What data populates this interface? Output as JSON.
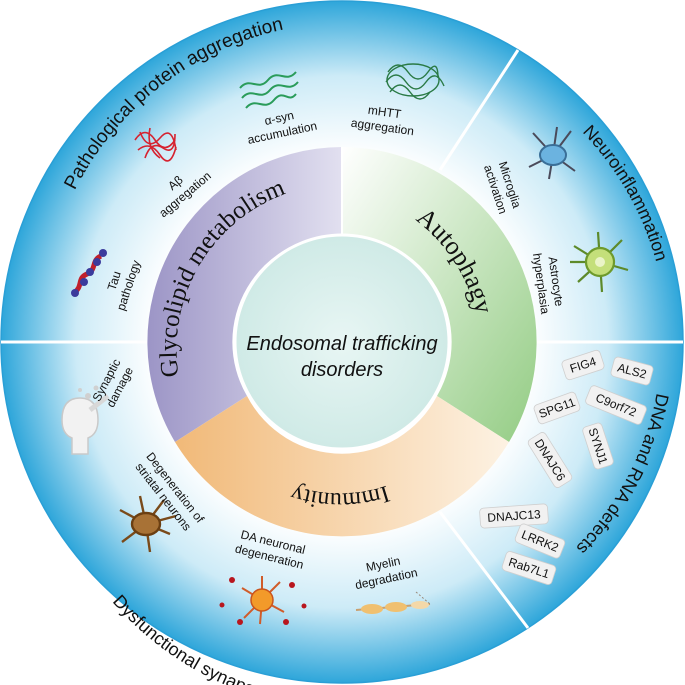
{
  "center": {
    "line1": "Endosomal trafficking",
    "line2": "disorders"
  },
  "inner_ring": {
    "glycolipid": "Glycolipid metabolism",
    "autophagy": "Autophagy",
    "immunity": "Immunity",
    "colors": {
      "glycolipid": "#a9a3cc",
      "autophagy": "#a8d49a",
      "immunity": "#f2c28e"
    }
  },
  "outer_sections": {
    "aggregation": {
      "title": "Pathological protein aggregation",
      "items": {
        "abeta": [
          "Aβ",
          "aggregation"
        ],
        "asyn": [
          "α-syn",
          "accumulation"
        ],
        "mhtt": [
          "mHTT",
          "aggregation"
        ],
        "tau": [
          "Tau",
          "pathology"
        ]
      }
    },
    "neuroinflammation": {
      "title": "Neuroinflammation",
      "items": {
        "microglia": [
          "Microglia",
          "activation"
        ],
        "astrocyte": [
          "Astrocyte",
          "hyperplasia"
        ]
      }
    },
    "dna_rna": {
      "title": "DNA and RNA defects",
      "genes": [
        "FIG4",
        "ALS2",
        "C9orf72",
        "SPG11",
        "SYNJ1",
        "DNAJC6",
        "DNAJC13",
        "LRRK2",
        "Rab7L1"
      ]
    },
    "synapses": {
      "title": "Dysfunctional synapses and neural network",
      "items": {
        "synaptic": [
          "Synaptic",
          "damage"
        ],
        "striatal": [
          "Degeneration of",
          "striatal neurons"
        ],
        "da": [
          "DA neuronal",
          "degeneration"
        ],
        "myelin": [
          "Myelin",
          "degradation"
        ]
      }
    }
  },
  "colors": {
    "outer_ring": "#2aa9dd",
    "outer_ring_light": "#7fcaea",
    "center": "#d6eeeb"
  }
}
